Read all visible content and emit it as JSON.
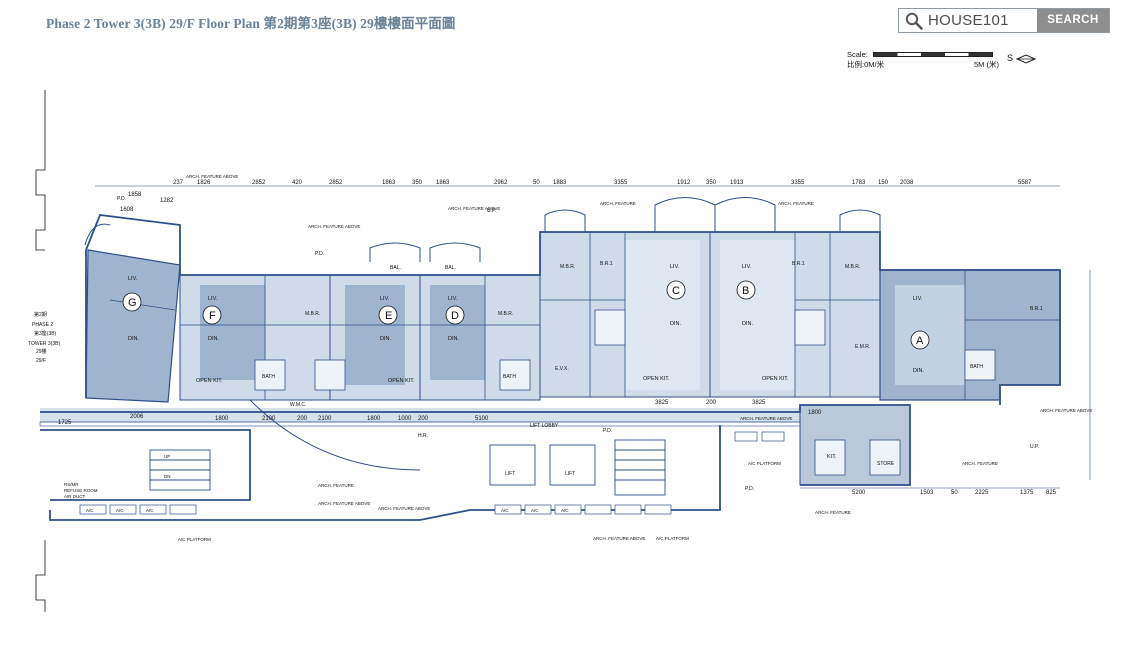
{
  "page": {
    "title": "Phase 2 Tower 3(3B) 29/F Floor Plan  第2期第3座(3B) 29樓樓面平面圖"
  },
  "search": {
    "brand": "HOUSE101",
    "button_label": "SEARCH"
  },
  "scale": {
    "label_en": "Scale:",
    "label_zh": "比例:0M/米",
    "end_label": "5M (米)",
    "north_label": "S"
  },
  "plan": {
    "line_color": "#2f4f8a",
    "fill_dark": "#9fb5cf",
    "fill_light": "#cfdbe8",
    "flats": [
      {
        "label": "G",
        "rooms": [
          "LIV.",
          "DIN."
        ]
      },
      {
        "label": "F",
        "rooms": [
          "LIV.",
          "DIN.",
          "OPEN KIT."
        ]
      },
      {
        "label": "E",
        "rooms": [
          "LIV.",
          "DIN.",
          "OPEN KIT."
        ]
      },
      {
        "label": "D",
        "rooms": [
          "LIV.",
          "DIN."
        ]
      },
      {
        "label": "C",
        "rooms": [
          "LIV.",
          "DIN.",
          "OPEN KIT."
        ]
      },
      {
        "label": "B",
        "rooms": [
          "LIV.",
          "DIN.",
          "OPEN KIT."
        ]
      },
      {
        "label": "A",
        "rooms": [
          "LIV.",
          "DIN.",
          "KIT."
        ]
      }
    ],
    "top_dimensions": [
      "1858",
      "1282",
      "1608",
      "237",
      "1826",
      "2852",
      "420",
      "2852",
      "1863",
      "350",
      "1863",
      "2962",
      "50",
      "1883",
      "3355",
      "1912",
      "350",
      "1913",
      "3355",
      "1783",
      "150",
      "2038",
      "5587"
    ],
    "bottom_dimensions": [
      "1725",
      "2006",
      "1800",
      "2100",
      "200",
      "2100",
      "1800",
      "1000",
      "200",
      "5100",
      "3825",
      "200",
      "3825",
      "1800",
      "5200",
      "1503",
      "50",
      "2225",
      "1375",
      "825"
    ],
    "left_tower_label": [
      "第2期",
      "PHASE 2",
      "第3座(3B)",
      "TOWER 3(3B)",
      "29樓",
      "29/F"
    ],
    "room_labels": [
      "M.B.R.",
      "BATH",
      "BAL.",
      "U.P.",
      "P.D.",
      "E.M.R.",
      "B.R.1",
      "STORE",
      "W.M.C.",
      "E.V.X."
    ],
    "annotations": [
      "ARCH. FEATURE ABOVE",
      "ARCH. FEATURE",
      "LIFT LOBBY",
      "LIFT",
      "H.R.",
      "REFUSE ROOM",
      "AIR DUCT",
      "RS/MR",
      "A/C PLATFORM",
      "A/C",
      "UP",
      "DN"
    ]
  }
}
